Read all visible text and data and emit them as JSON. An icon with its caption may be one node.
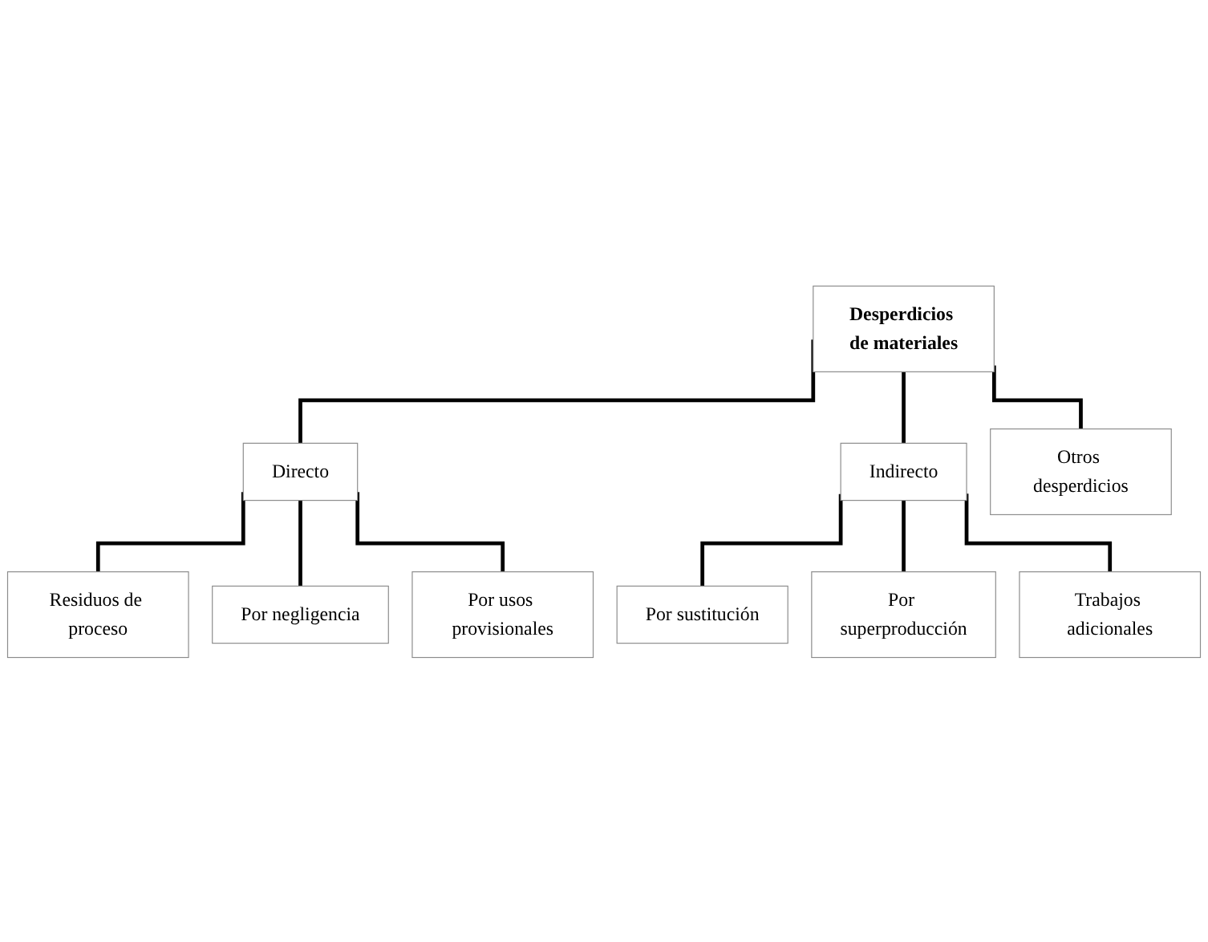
{
  "diagram": {
    "nodes": [
      {
        "text": [
          "Desperdicios de materiales"
        ]
      },
      {
        "text": [
          "Directo"
        ]
      },
      {
        "text": [
          "Indirecto"
        ]
      },
      {
        "text": [
          "Otros desperdicios"
        ]
      },
      {
        "text": [
          "Residuos de proceso"
        ]
      },
      {
        "text": [
          "Por negligencia"
        ]
      },
      {
        "text": [
          "Por usos provisionales"
        ]
      },
      {
        "text": [
          "Por sustitución"
        ]
      },
      {
        "text": [
          "Por superproducción"
        ]
      },
      {
        "text": [
          "Trabajos adicionales"
        ]
      }
    ],
    "edges": [
      {
        "from": 0,
        "to": 1,
        "arrow": "none"
      },
      {
        "from": 0,
        "to": 2,
        "arrow": "none"
      },
      {
        "from": 0,
        "to": 3,
        "arrow": "none"
      },
      {
        "from": 1,
        "to": 4,
        "arrow": "none"
      },
      {
        "from": 1,
        "to": 5,
        "arrow": "none"
      },
      {
        "from": 1,
        "to": 6,
        "arrow": "none"
      },
      {
        "from": 2,
        "to": 7,
        "arrow": "none"
      },
      {
        "from": 2,
        "to": 8,
        "arrow": "none"
      },
      {
        "from": 2,
        "to": 9,
        "arrow": "none"
      }
    ]
  }
}
